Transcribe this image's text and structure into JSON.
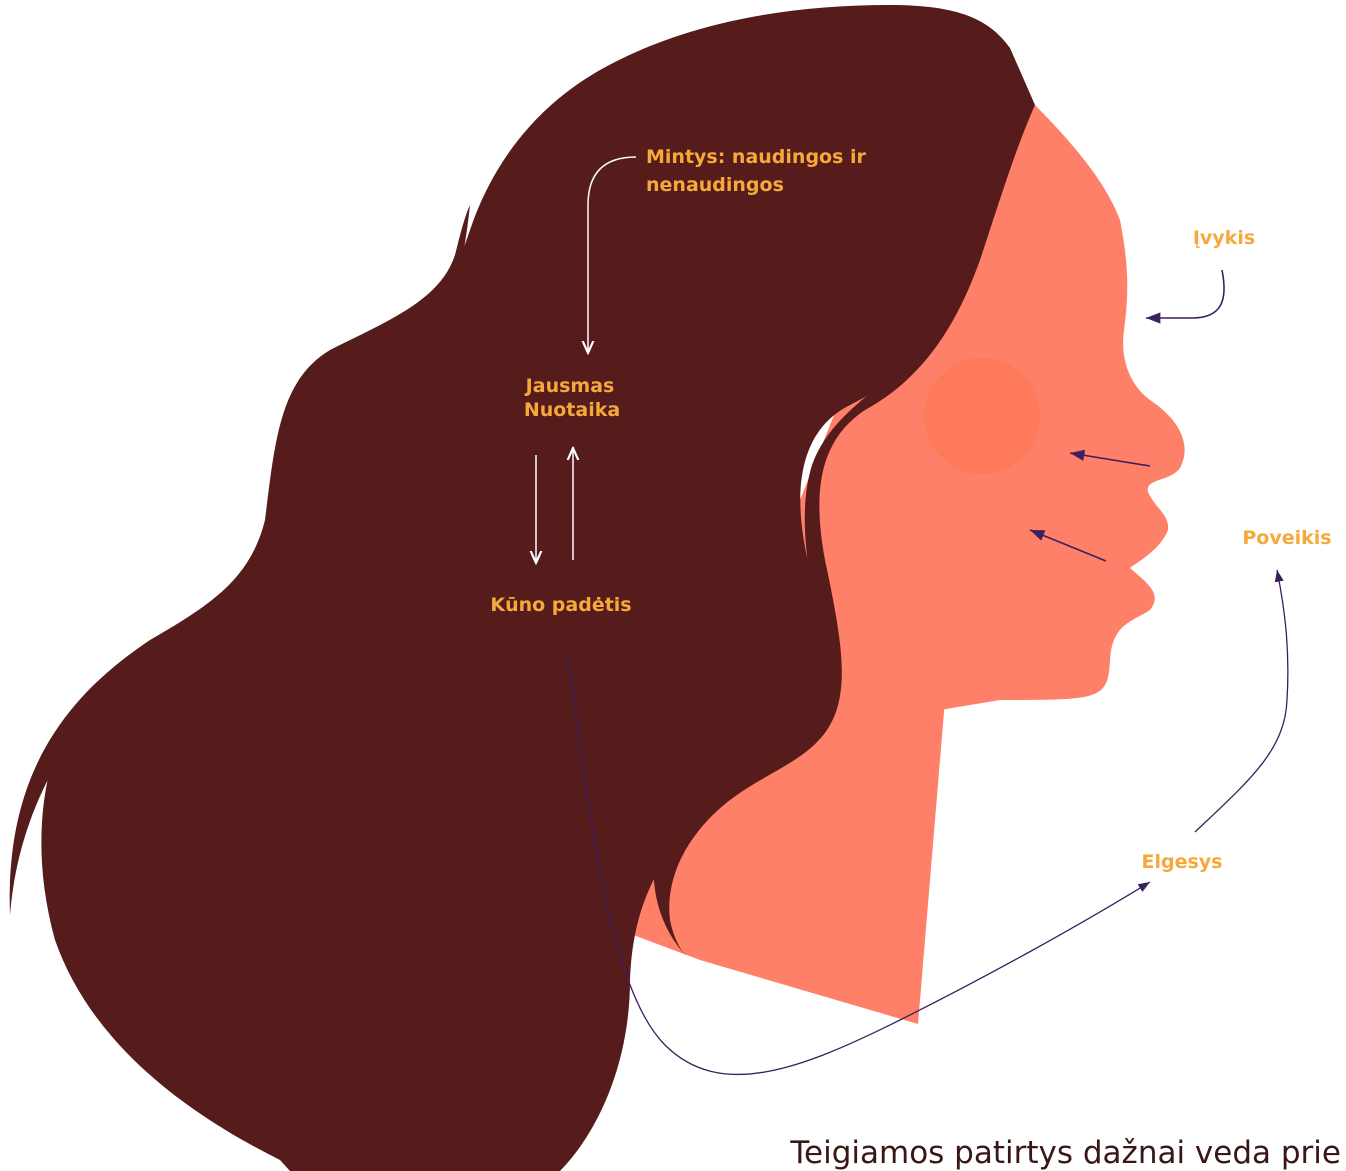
{
  "diagram": {
    "labels": {
      "thoughts_line1": "Mintys: naudingos ir",
      "thoughts_line2": "nenaudingos",
      "feeling_line1": "Jausmas",
      "feeling_line2": "Nuotaika",
      "body_state": "Kūno padėtis",
      "event": "Įvykis",
      "impact": "Poveikis",
      "behavior": "Elgesys"
    },
    "caption": "Teigiamos patirtys dažnai veda prie"
  },
  "colors": {
    "hair": "#561b1b",
    "skin": "#ff8068",
    "cheek": "#ff7a58",
    "label": "#f6a93b",
    "arrow_light": "#ffffff",
    "arrow_dark": "#3d1f5e",
    "caption": "#3a1717"
  }
}
